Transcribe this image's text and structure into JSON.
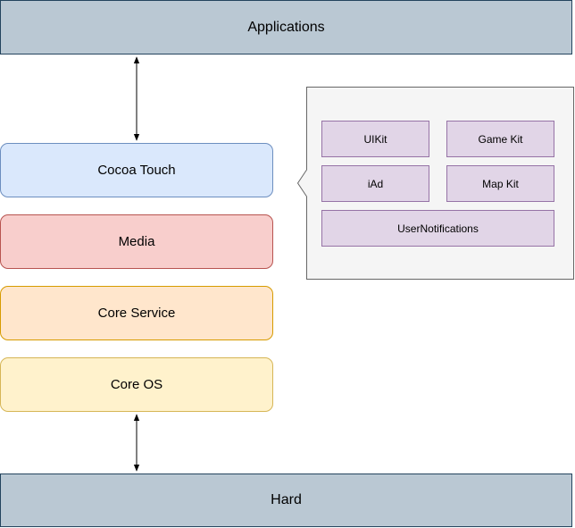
{
  "top_bar": {
    "label": "Applications"
  },
  "bottom_bar": {
    "label": "Hard"
  },
  "layers": [
    {
      "label": "Cocoa Touch"
    },
    {
      "label": "Media"
    },
    {
      "label": "Core Service"
    },
    {
      "label": "Core OS"
    }
  ],
  "callout": {
    "frameworks": [
      {
        "label": "UIKit"
      },
      {
        "label": "Game Kit"
      },
      {
        "label": "iAd"
      },
      {
        "label": "Map Kit"
      },
      {
        "label": "UserNotifications"
      }
    ]
  },
  "colors": {
    "bar_fill": "#bac8d3",
    "cocoa_touch_fill": "#dae8fc",
    "media_fill": "#f8cecc",
    "core_service_fill": "#ffe6cc",
    "core_os_fill": "#fff2cc",
    "framework_fill": "#e1d5e7",
    "callout_fill": "#f5f5f5"
  }
}
